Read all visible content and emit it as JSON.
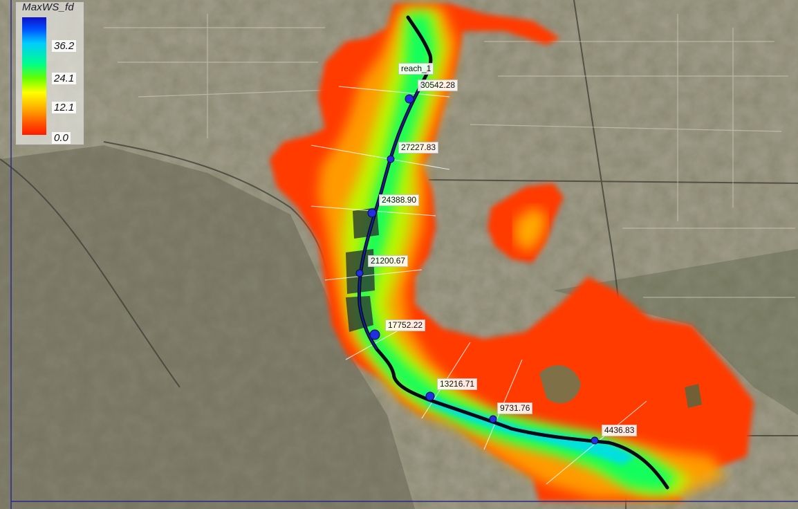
{
  "legend": {
    "title": "MaxWS_fd",
    "ticks": [
      "36.2",
      "24.1",
      "12.1",
      "0.0"
    ],
    "colors": [
      "#1010c8",
      "#00ccff",
      "#00ff88",
      "#ffff00",
      "#ff5500",
      "#ff1a00"
    ]
  },
  "reach": {
    "name": "reach_1"
  },
  "stations": [
    "30542.28",
    "27227.83",
    "24388.90",
    "21200.67",
    "17752.22",
    "13216.71",
    "9731.76",
    "4436.83"
  ],
  "colors": {
    "terrain": "#8a8770",
    "river_line": "#0a0a18",
    "station_dot": "#2030e0",
    "flood_high": "#00ccff",
    "flood_mid": "#66ff00",
    "flood_low": "#ff3300"
  }
}
